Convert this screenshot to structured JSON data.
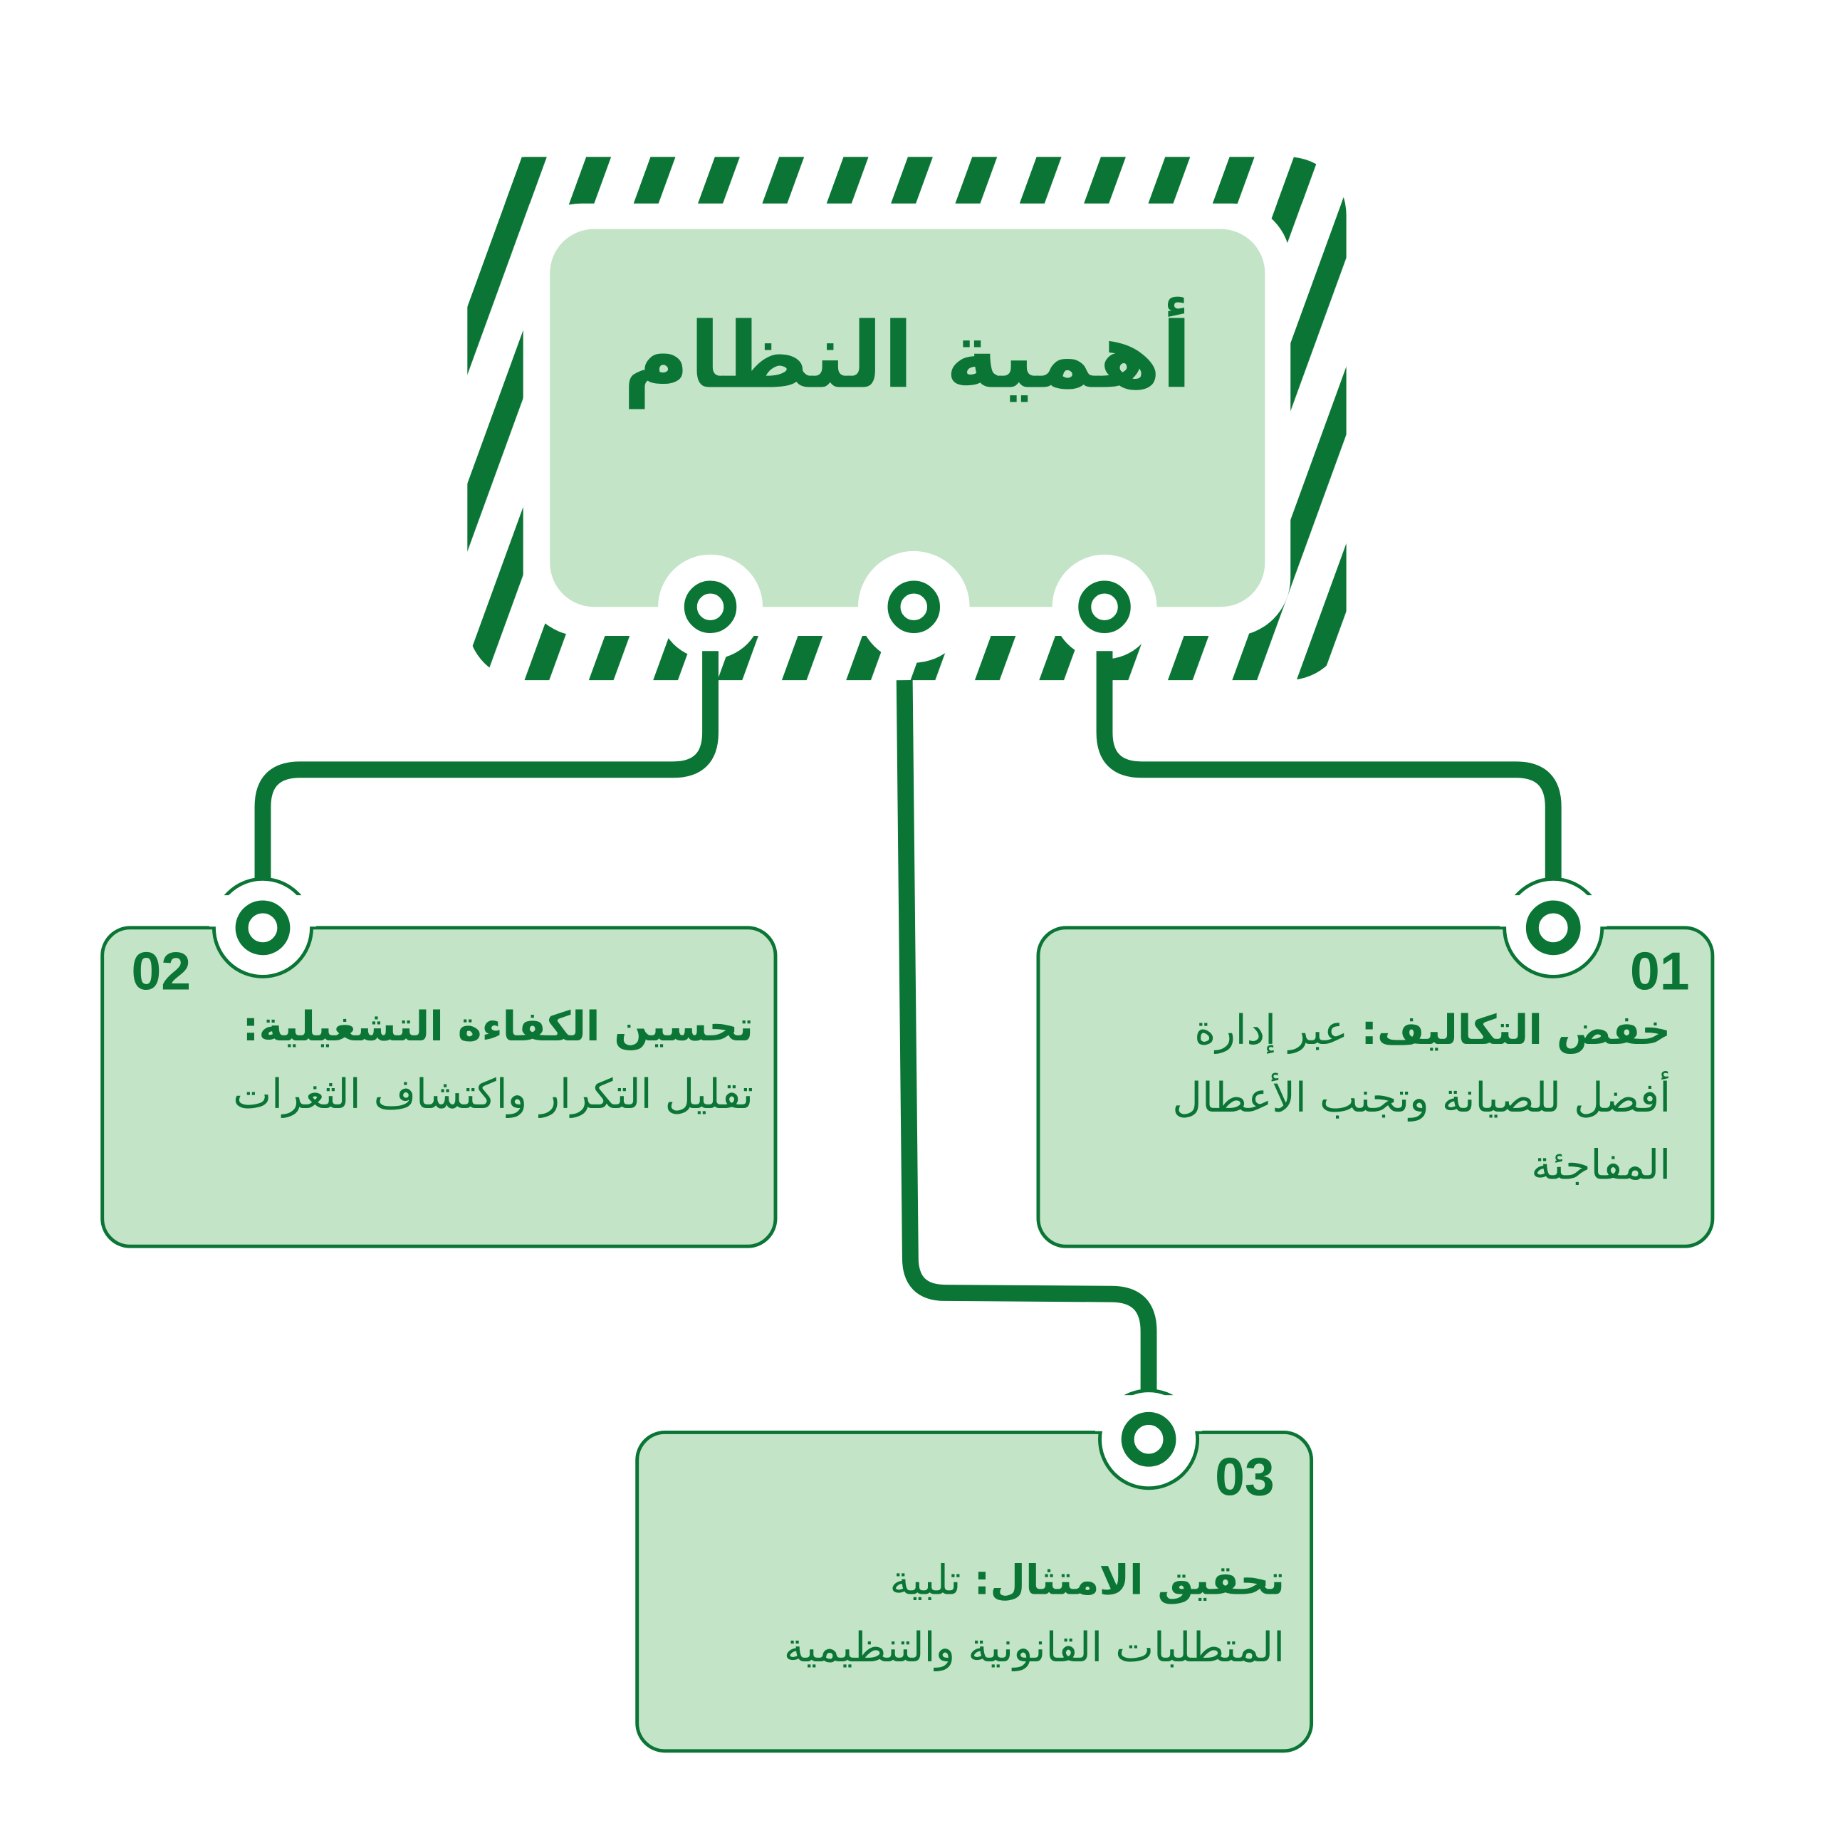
{
  "colors": {
    "primary": "#0a7535",
    "fill": "#c3e4c7"
  },
  "title": "أهمية النظام",
  "items": [
    {
      "number": "01",
      "heading": "خفض التكاليف:",
      "lines": [
        " عبر إدارة",
        "أفضل للصيانة وتجنب الأعطال",
        "المفاجئة"
      ]
    },
    {
      "number": "02",
      "heading": "تحسين الكفاءة التشغيلية:",
      "lines": [
        "تقليل التكرار واكتشاف الثغرات"
      ]
    },
    {
      "number": "03",
      "heading": "تحقيق الامتثال:",
      "lines": [
        " تلبية",
        "المتطلبات القانونية والتنظيمية"
      ]
    }
  ]
}
